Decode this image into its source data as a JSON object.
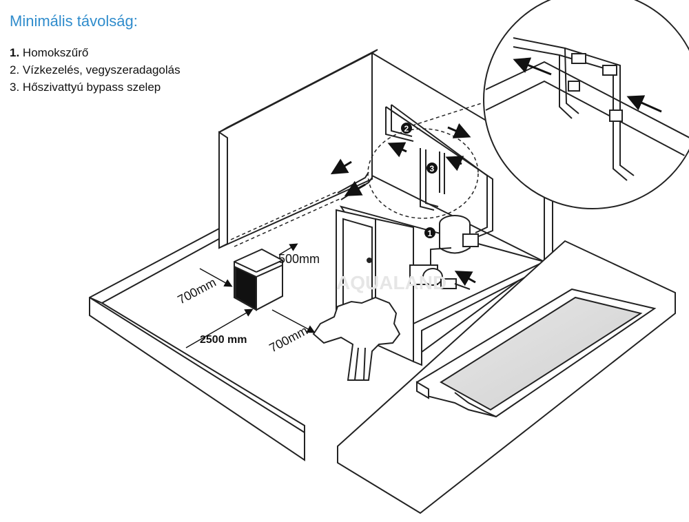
{
  "title": "Minimális távolság:",
  "legend": [
    {
      "num": "1.",
      "label": "Homokszűrő"
    },
    {
      "num": "2.",
      "label": "Vízkezelés, vegyszeradagolás"
    },
    {
      "num": "3.",
      "label": "Hőszivattyú bypass szelep"
    }
  ],
  "dimensions": {
    "top_clearance": "500mm",
    "left_clearance": "700mm",
    "front_clearance": "700mm",
    "airflow_distance": "2500 mm"
  },
  "markers": {
    "sand_filter": "1",
    "water_treatment": "2",
    "bypass_valve": "3"
  },
  "watermark": "AQUALAND",
  "colors": {
    "title": "#2f8ccc",
    "line": "#222222",
    "water": "#d9d9d9"
  }
}
